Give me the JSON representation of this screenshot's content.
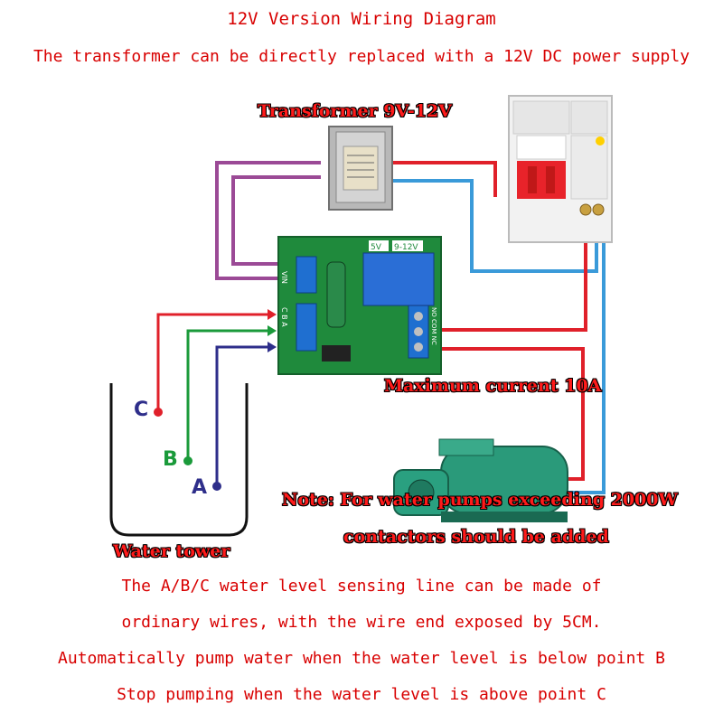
{
  "header": {
    "title": "12V Version Wiring Diagram",
    "subtitle": "The transformer can be directly replaced with a 12V DC power supply"
  },
  "labels": {
    "transformer": "Transformer 9V-12V",
    "max_current": "Maximum current 10A",
    "note_line1": "Note: For water pumps exceeding 2000W",
    "note_line2": "contactors should be added",
    "water_tower": "Water tower"
  },
  "sensor_points": {
    "c": "C",
    "b": "B",
    "a": "A"
  },
  "board": {
    "v5": "5V",
    "v912": "9-12V",
    "vin": "VIN",
    "cba": "C B A",
    "no_com_nc": "NO COM NC"
  },
  "notes": [
    "The A/B/C water level sensing line can be made of",
    "ordinary wires, with the wire end exposed by 5CM.",
    "Automatically pump water when the water level is below point B",
    "Stop pumping when the water level is above point C"
  ],
  "colors": {
    "red_wire": "#e0202a",
    "blue_wire": "#3a9ad9",
    "purple_wire": "#9b4a96",
    "green_wire": "#1a9a3a",
    "navy_wire": "#2e2e8a",
    "text_red": "#d80000"
  }
}
